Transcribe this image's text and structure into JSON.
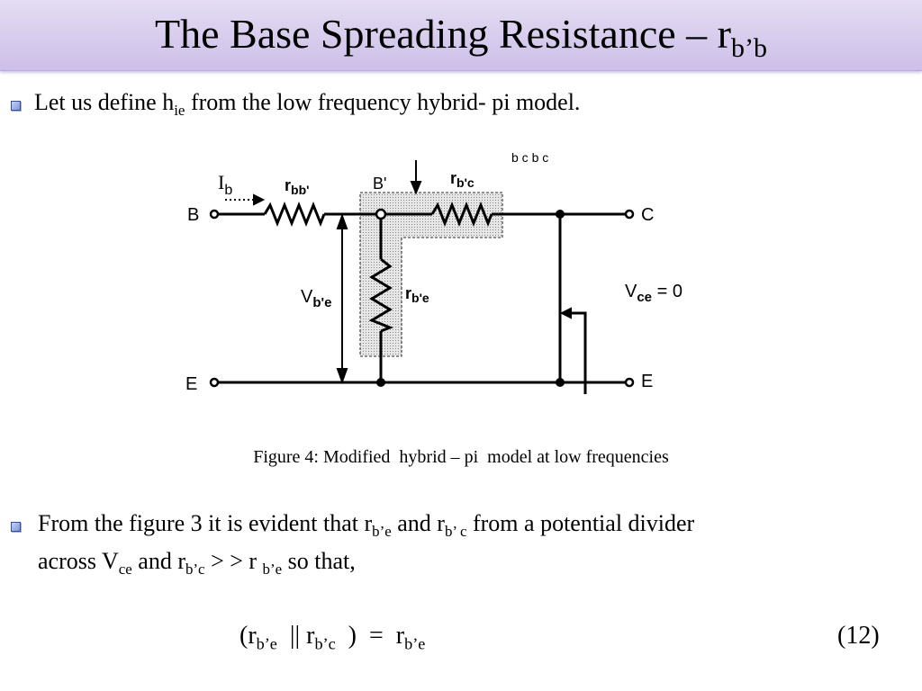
{
  "title": {
    "main": "The Base Spreading Resistance – r",
    "sub": "b’b"
  },
  "bullet1": {
    "pre": "Let us define h",
    "sub": "ie",
    "post": "  from the low frequency hybrid- pi model."
  },
  "figure": {
    "caption": "Figure 4: Modified  hybrid – pi  model at low frequencies",
    "labels": {
      "ib": "I",
      "ib_sub": "b",
      "rbb": "r",
      "rbb_sub": "bb'",
      "bprime": "B'",
      "rbc": "r",
      "rbc_sub": "b'c",
      "b": "B",
      "c": "C",
      "vbe": "V",
      "vbe_sub": "b'e",
      "rbe": "r",
      "rbe_sub": "b'e",
      "vce": "V",
      "vce_sub": "ce",
      "vce_val": " = 0",
      "e_left": "E",
      "e_right": "E",
      "cut_top": "b c       b c"
    }
  },
  "bullet2": {
    "l1a": "From the figure 3 it is evident that r",
    "l1s1": "b’e",
    "l1b": "  and r",
    "l1s2": "b’ c",
    "l1c": "  from a potential divider",
    "l2a": "across V",
    "l2s1": "ce",
    "l2b": "  and r",
    "l2s2": "b’c",
    "l2c": " > > r ",
    "l2s3": "b’e",
    "l2d": "  so that,"
  },
  "equation": {
    "open": "(r",
    "s1": "b’e",
    "par": "  || r",
    "s2": "b’c",
    "eq": "  )  =  r",
    "s3": "b’e",
    "number": "(12)"
  },
  "colors": {
    "title_bg": "#d8cff0",
    "bullet": "#7d93d8"
  }
}
